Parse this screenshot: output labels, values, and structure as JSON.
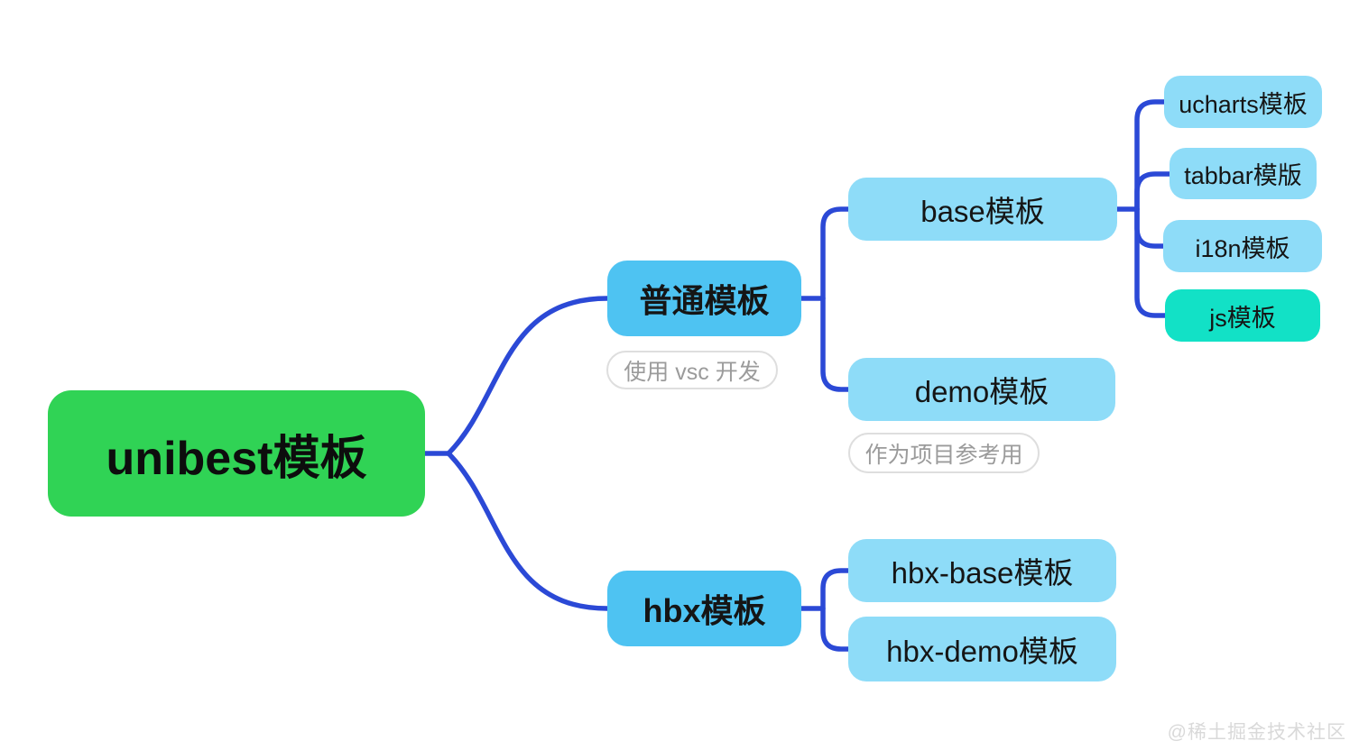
{
  "tree": {
    "root": "unibest模板",
    "branches": [
      {
        "label": "普通模板",
        "note": "使用 vsc 开发",
        "children": [
          {
            "label": "base模板",
            "children": [
              {
                "label": "ucharts模板"
              },
              {
                "label": "tabbar模版"
              },
              {
                "label": "i18n模板"
              },
              {
                "label": "js模板",
                "highlight": true
              }
            ]
          },
          {
            "label": "demo模板",
            "note": "作为项目参考用",
            "children": []
          }
        ]
      },
      {
        "label": "hbx模板",
        "children": [
          {
            "label": "hbx-base模板"
          },
          {
            "label": "hbx-demo模板"
          }
        ]
      }
    ]
  },
  "watermark": "@稀土掘金技术社区",
  "colors": {
    "root_bg": "#30d355",
    "branch_bg": "#4ec3f2",
    "child_bg": "#8edcf8",
    "highlight_bg": "#12e1c6",
    "connector": "#2b49d6",
    "note_text": "#9b9b9b",
    "note_border": "#dedede",
    "watermark_text": "#d9d9d9"
  }
}
